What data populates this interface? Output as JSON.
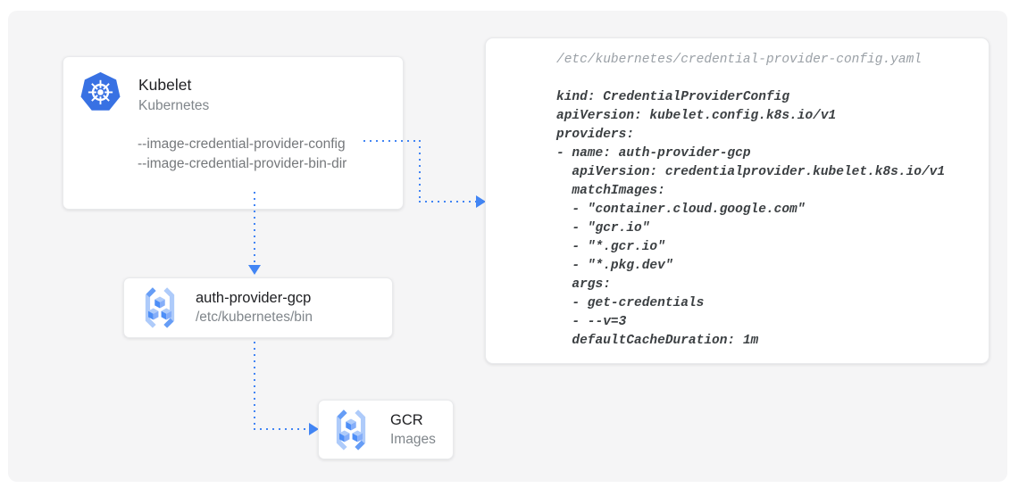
{
  "colors": {
    "arrow_blue": "#4285f4",
    "kubernetes_blue": "#3871e3",
    "registry_icon_light": "#aecbfa",
    "registry_icon_mid": "#85aef9",
    "registry_icon_dark": "#4d8ef7",
    "registry_bracket_accent": "#669df6",
    "canvas_background": "#f5f5f6",
    "card_background": "#ffffff",
    "title_text": "#202124",
    "muted_text": "#80868b",
    "flag_text": "#75787b",
    "code_text": "#3c4043",
    "code_path_text": "#9aa0a6"
  },
  "kubelet_card": {
    "icon": "kubernetes-logo",
    "title": "Kubelet",
    "subtitle": "Kubernetes",
    "flags": [
      "--image-credential-provider-config",
      "--image-credential-provider-bin-dir"
    ]
  },
  "auth_provider_card": {
    "icon": "container-registry",
    "title": "auth-provider-gcp",
    "subtitle": "/etc/kubernetes/bin"
  },
  "gcr_card": {
    "icon": "container-registry",
    "title": "GCR",
    "subtitle": "Images"
  },
  "code_panel": {
    "file_path": "/etc/kubernetes/credential-provider-config.yaml",
    "code_lines": [
      "kind: CredentialProviderConfig",
      "apiVersion: kubelet.config.k8s.io/v1",
      "providers:",
      "- name: auth-provider-gcp",
      "  apiVersion: credentialprovider.kubelet.k8s.io/v1",
      "  matchImages:",
      "  - \"container.cloud.google.com\"",
      "  - \"gcr.io\"",
      "  - \"*.gcr.io\"",
      "  - \"*.pkg.dev\"",
      "  args:",
      "  - get-credentials",
      "  - --v=3",
      "  defaultCacheDuration: 1m"
    ]
  }
}
